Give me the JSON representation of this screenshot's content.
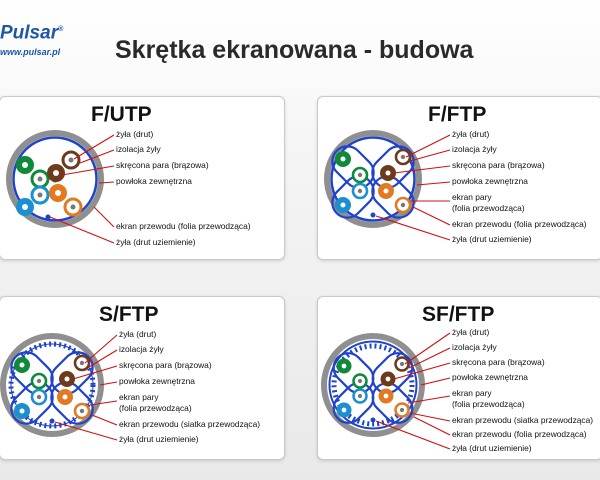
{
  "header": {
    "logo_name": "Pulsar",
    "logo_url": "www.pulsar.pl",
    "title": "Skrętka ekranowana - budowa"
  },
  "panels": [
    {
      "title": "F/UTP",
      "labels": [
        "żyła (drut)",
        "izolacja żyły",
        "skręcona para (brązowa)",
        "powłoka zewnętrzna",
        "ekran przewodu (folia przewodząca)",
        "żyła (drut uziemienie)"
      ]
    },
    {
      "title": "F/FTP",
      "labels": [
        "żyła (drut)",
        "izolacja żyły",
        "skręcona para (brązowa)",
        "powłoka zewnętrzna",
        "ekran pary",
        "(folia przewodząca)",
        "ekran przewodu (folia przewodząca)",
        "żyła (drut uziemienie)"
      ]
    },
    {
      "title": "S/FTP",
      "labels": [
        "żyła (drut)",
        "izolacja żyły",
        "skręcona para (brązowa)",
        "powłoka zewnętrzna",
        "ekran pary",
        "(folia przewodząca)",
        "ekran przewodu (siatka przewodząca)",
        "żyła (drut uziemienie)"
      ]
    },
    {
      "title": "SF/FTP",
      "labels": [
        "żyła (drut)",
        "izolacja żyły",
        "skręcona para (brązowa)",
        "powłoka zewnętrzna",
        "ekran pary",
        "(folia przewodząca)",
        "ekran przewodu (siatka przewodząca)",
        "ekran przewodu (folia przewodząca)",
        "żyła (drut uziemienie)"
      ]
    }
  ],
  "colors": {
    "jacket": "#8f8f8f",
    "screen": "#1f43c9",
    "pair_green": "#0f8a3a",
    "pair_blue": "#1b8fcf",
    "pair_orange": "#e27a22",
    "pair_brown": "#6b3b1c",
    "pointer": "#d01010"
  }
}
